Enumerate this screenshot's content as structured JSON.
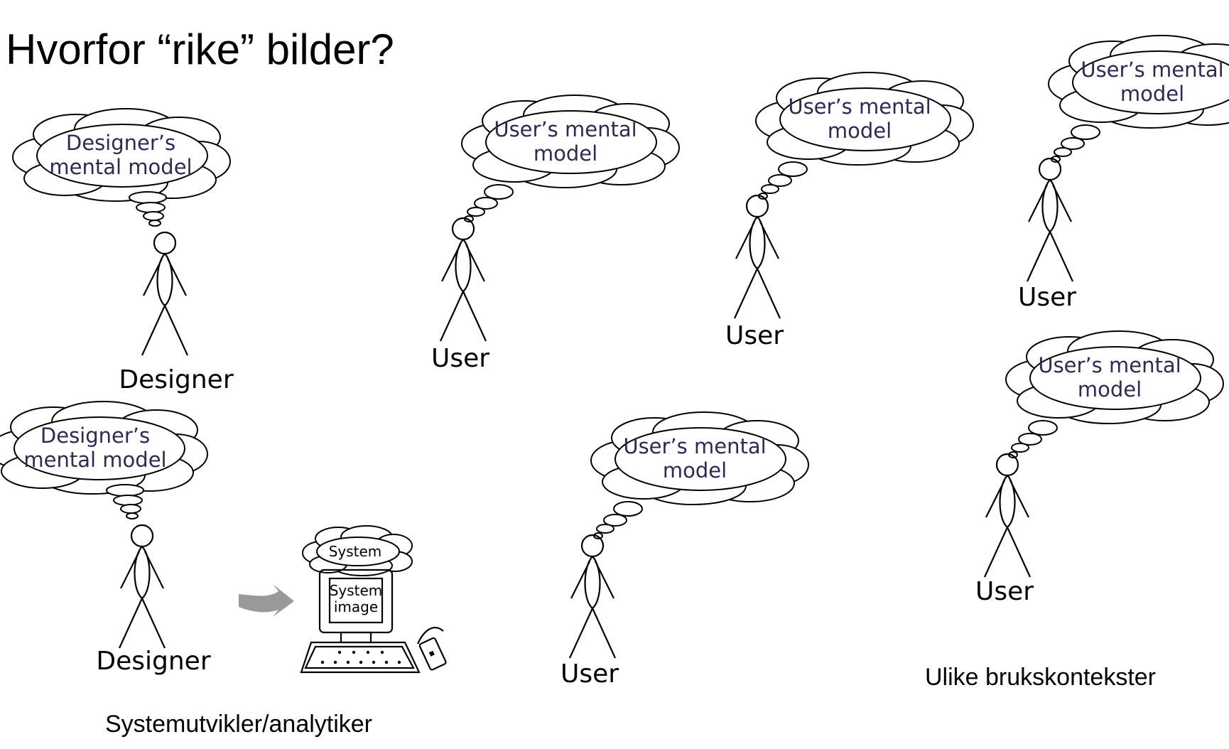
{
  "title": "Hvorfor “rike” bilder?",
  "captions": {
    "left": "Systemutvikler/analytiker",
    "right": "Ulike brukskontekster"
  },
  "labels": {
    "designer": "Designer",
    "user": "User"
  },
  "thoughts": {
    "designer_line1": "Designer’s",
    "designer_line2": "mental model",
    "user_line1": "User’s mental",
    "user_line2": "model"
  },
  "computer": {
    "cloud_label": "System",
    "screen_line1": "System",
    "screen_line2": "image"
  },
  "colors": {
    "arrow": "#999999",
    "thought_text": "#2b2b55"
  },
  "icons": [
    "stick-figure-icon",
    "thought-cloud-icon",
    "computer-icon",
    "arrow-right-icon",
    "mouse-icon"
  ]
}
